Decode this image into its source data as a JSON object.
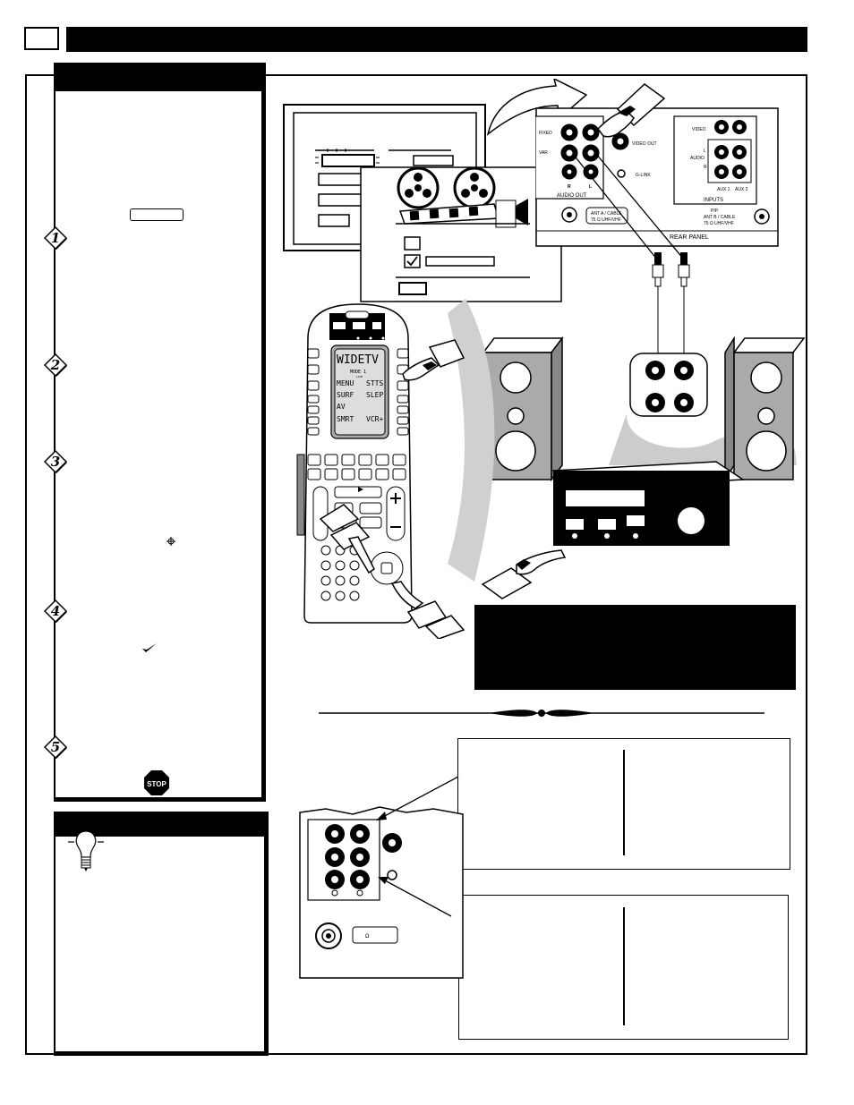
{
  "header": {
    "page_number": ""
  },
  "illustration_labels": {
    "rear_panel": "REAR PANEL",
    "fixed": "FIXED",
    "var": "VAR",
    "video_out": "VIDEO OUT",
    "g_link": "G-LINK",
    "audio_out": "AUDIO OUT",
    "r_mark": "R",
    "l_mark": "L",
    "ant_a": "ANT A / CABLE",
    "ant_a_sub": "75 Ω UHF/VHF",
    "pip": "PIP",
    "ant_b": "ANT B / CABLE",
    "ant_b_sub": "75 Ω UHF/VHF",
    "video": "VIDEO",
    "audio": "AUDIO",
    "audio_l": "L",
    "audio_r": "R",
    "inputs": "INPUTS",
    "aux1": "AUX 1",
    "aux2": "AUX 2",
    "ohm": "Ω"
  },
  "remote": {
    "lcd_title": "WIDETV",
    "lcd_mode": "MODE 1",
    "lcd_sub": "LIVE",
    "lcd_rows": [
      [
        "MENU",
        "STTS"
      ],
      [
        "SURF",
        "SLEP"
      ],
      [
        "AV",
        ""
      ],
      [
        "SMRT",
        "VCR+"
      ]
    ]
  },
  "icons": {
    "step_marker": "diamond-number-icon",
    "stop": "stop-sign-icon",
    "tip": "light-bulb-icon",
    "checkmark": "checkmark-icon",
    "cursor": "cross-cursor-icon"
  },
  "steps": [
    {
      "number": "1"
    },
    {
      "number": "2"
    },
    {
      "number": "3"
    },
    {
      "number": "4"
    },
    {
      "number": "5"
    }
  ],
  "stop_label": "STOP"
}
